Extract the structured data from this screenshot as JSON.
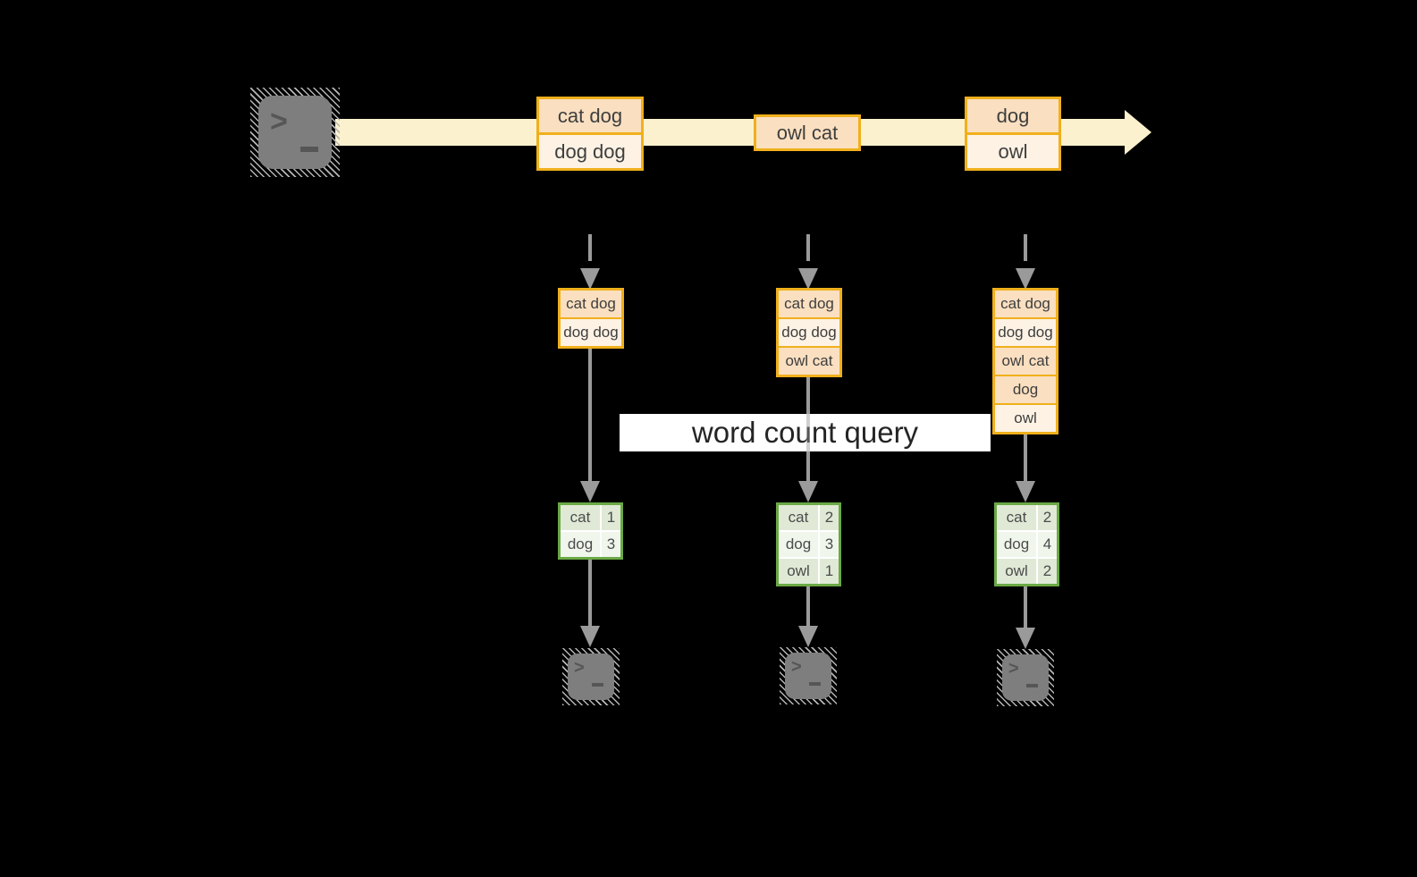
{
  "diagram": {
    "query_label": "word count query",
    "icons": {
      "source": "terminal-icon",
      "sinks": "terminal-icon",
      "prompt_chevron": ">"
    },
    "stream_batches": [
      {
        "records": [
          {
            "text": "cat dog"
          },
          {
            "text": "dog dog"
          }
        ]
      },
      {
        "records": [
          {
            "text": "owl cat"
          }
        ]
      },
      {
        "records": [
          {
            "text": "dog"
          },
          {
            "text": "owl"
          }
        ]
      }
    ],
    "columns": [
      {
        "stack": [
          {
            "text": "cat dog"
          },
          {
            "text": "dog dog"
          }
        ],
        "counts": [
          {
            "word": "cat",
            "count": "1"
          },
          {
            "word": "dog",
            "count": "3"
          }
        ]
      },
      {
        "stack": [
          {
            "text": "cat dog"
          },
          {
            "text": "dog dog"
          },
          {
            "text": "owl cat"
          }
        ],
        "counts": [
          {
            "word": "cat",
            "count": "2"
          },
          {
            "word": "dog",
            "count": "3"
          },
          {
            "word": "owl",
            "count": "1"
          }
        ]
      },
      {
        "stack": [
          {
            "text": "cat dog"
          },
          {
            "text": "dog dog"
          },
          {
            "text": "owl cat"
          },
          {
            "text": "dog"
          },
          {
            "text": "owl"
          }
        ],
        "counts": [
          {
            "word": "cat",
            "count": "2"
          },
          {
            "word": "dog",
            "count": "4"
          },
          {
            "word": "owl",
            "count": "2"
          }
        ]
      }
    ],
    "colors": {
      "background": "#000000",
      "record_border": "#f0b01c",
      "record_fill_dark": "#fadfc0",
      "record_fill_light": "#fdf2e4",
      "stream_band": "#fcf1cf",
      "table_border": "#6aa845",
      "table_cell_dark": "#dfe9d5",
      "table_cell_light": "#f0f6ec",
      "arrow_gray": "#9a9a9a",
      "terminal_gray": "#7e7e7e",
      "query_box": "#ffffff"
    }
  }
}
